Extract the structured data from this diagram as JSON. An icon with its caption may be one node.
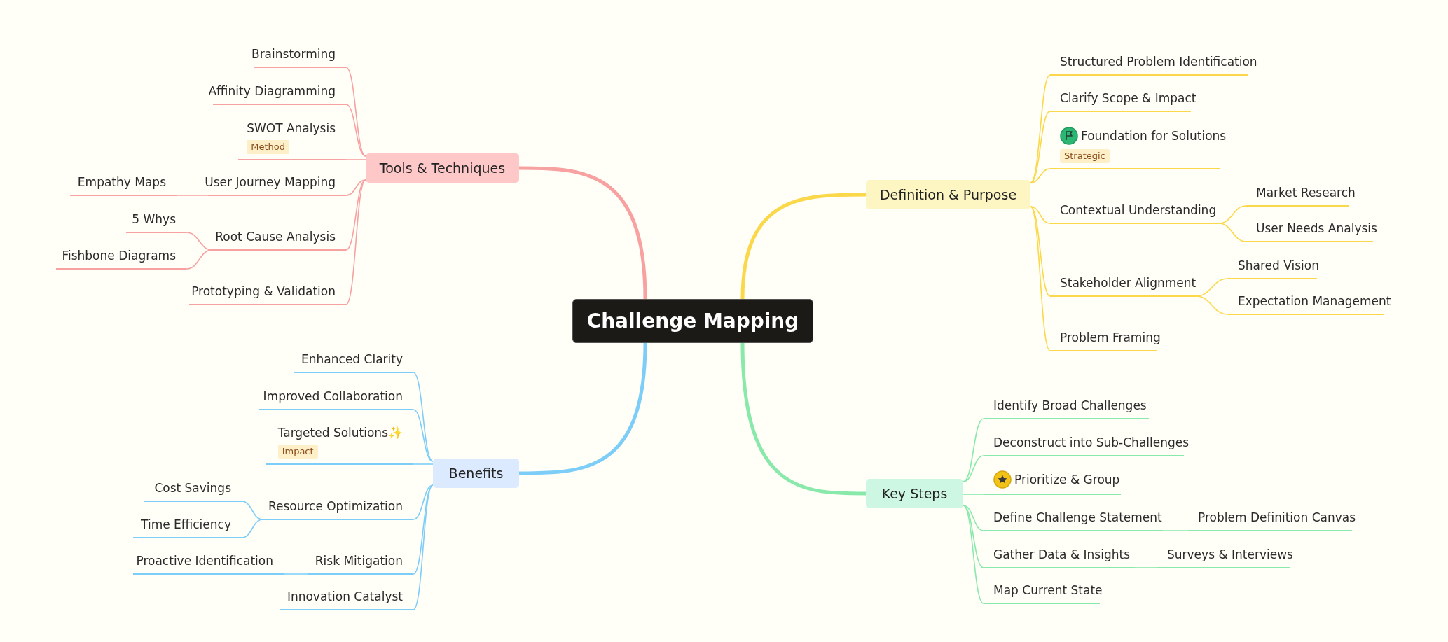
{
  "diagram": {
    "nodes": [
      {
        "text": [
          "Challenge Mapping"
        ]
      },
      {
        "text": [
          "Tools & Techniques"
        ]
      },
      {
        "text": [
          "Brainstorming"
        ]
      },
      {
        "text": [
          "Affinity Diagramming"
        ]
      },
      {
        "text": [
          "SWOT Analysis",
          "Method"
        ]
      },
      {
        "text": [
          "User Journey Mapping"
        ]
      },
      {
        "text": [
          "Empathy Maps"
        ]
      },
      {
        "text": [
          "Root Cause Analysis"
        ]
      },
      {
        "text": [
          "5 Whys"
        ]
      },
      {
        "text": [
          "Fishbone Diagrams"
        ]
      },
      {
        "text": [
          "Prototyping & Validation"
        ]
      },
      {
        "text": [
          "Definition & Purpose"
        ]
      },
      {
        "text": [
          "Structured Problem Identification"
        ]
      },
      {
        "text": [
          "Clarify Scope & Impact"
        ]
      },
      {
        "text": [
          "Foundation for Solutions",
          "Strategic"
        ]
      },
      {
        "text": [
          "Contextual Understanding"
        ]
      },
      {
        "text": [
          "Market Research"
        ]
      },
      {
        "text": [
          "User Needs Analysis"
        ]
      },
      {
        "text": [
          "Stakeholder Alignment"
        ]
      },
      {
        "text": [
          "Shared Vision"
        ]
      },
      {
        "text": [
          "Expectation Management"
        ]
      },
      {
        "text": [
          "Problem Framing"
        ]
      },
      {
        "text": [
          "Benefits"
        ]
      },
      {
        "text": [
          "Enhanced Clarity"
        ]
      },
      {
        "text": [
          "Improved Collaboration"
        ]
      },
      {
        "text": [
          "Targeted Solutions✨",
          "Impact"
        ]
      },
      {
        "text": [
          "Resource Optimization"
        ]
      },
      {
        "text": [
          "Cost Savings"
        ]
      },
      {
        "text": [
          "Time Efficiency"
        ]
      },
      {
        "text": [
          "Risk Mitigation"
        ]
      },
      {
        "text": [
          "Proactive Identification"
        ]
      },
      {
        "text": [
          "Innovation Catalyst"
        ]
      },
      {
        "text": [
          "Key Steps"
        ]
      },
      {
        "text": [
          "Identify Broad Challenges"
        ]
      },
      {
        "text": [
          "Deconstruct into Sub-Challenges"
        ]
      },
      {
        "text": [
          "Prioritize & Group"
        ]
      },
      {
        "text": [
          "Define Challenge Statement"
        ]
      },
      {
        "text": [
          "Problem Definition Canvas"
        ]
      },
      {
        "text": [
          "Gather Data & Insights"
        ]
      },
      {
        "text": [
          "Surveys & Interviews"
        ]
      },
      {
        "text": [
          "Map Current State"
        ]
      }
    ],
    "edges": [
      {
        "from": 0,
        "to": 1,
        "arrow": "none",
        "style": "thick",
        "color": "#f7a1a1"
      },
      {
        "from": 1,
        "to": 2,
        "arrow": "none",
        "color": "#f7a1a1"
      },
      {
        "from": 1,
        "to": 3,
        "arrow": "none",
        "color": "#f7a1a1"
      },
      {
        "from": 1,
        "to": 4,
        "arrow": "none",
        "color": "#f7a1a1"
      },
      {
        "from": 1,
        "to": 5,
        "arrow": "none",
        "color": "#f7a1a1"
      },
      {
        "from": 5,
        "to": 6,
        "arrow": "none",
        "color": "#f7a1a1"
      },
      {
        "from": 1,
        "to": 7,
        "arrow": "none",
        "color": "#f7a1a1"
      },
      {
        "from": 7,
        "to": 8,
        "arrow": "none",
        "color": "#f7a1a1"
      },
      {
        "from": 7,
        "to": 9,
        "arrow": "none",
        "color": "#f7a1a1"
      },
      {
        "from": 1,
        "to": 10,
        "arrow": "none",
        "color": "#f7a1a1"
      },
      {
        "from": 0,
        "to": 11,
        "arrow": "none",
        "style": "thick",
        "color": "#fbd84a"
      },
      {
        "from": 11,
        "to": 12,
        "arrow": "none",
        "color": "#fbd84a"
      },
      {
        "from": 11,
        "to": 13,
        "arrow": "none",
        "color": "#fbd84a"
      },
      {
        "from": 11,
        "to": 14,
        "arrow": "none",
        "color": "#fbd84a"
      },
      {
        "from": 11,
        "to": 15,
        "arrow": "none",
        "color": "#fbd84a"
      },
      {
        "from": 15,
        "to": 16,
        "arrow": "none",
        "color": "#fbd84a"
      },
      {
        "from": 15,
        "to": 17,
        "arrow": "none",
        "color": "#fbd84a"
      },
      {
        "from": 11,
        "to": 18,
        "arrow": "none",
        "color": "#fbd84a"
      },
      {
        "from": 18,
        "to": 19,
        "arrow": "none",
        "color": "#fbd84a"
      },
      {
        "from": 18,
        "to": 20,
        "arrow": "none",
        "color": "#fbd84a"
      },
      {
        "from": 11,
        "to": 21,
        "arrow": "none",
        "color": "#fbd84a"
      },
      {
        "from": 0,
        "to": 22,
        "arrow": "none",
        "style": "thick",
        "color": "#7dcdf9"
      },
      {
        "from": 22,
        "to": 23,
        "arrow": "none",
        "color": "#7dcdf9"
      },
      {
        "from": 22,
        "to": 24,
        "arrow": "none",
        "color": "#7dcdf9"
      },
      {
        "from": 22,
        "to": 25,
        "arrow": "none",
        "color": "#7dcdf9"
      },
      {
        "from": 22,
        "to": 26,
        "arrow": "none",
        "color": "#7dcdf9"
      },
      {
        "from": 26,
        "to": 27,
        "arrow": "none",
        "color": "#7dcdf9"
      },
      {
        "from": 26,
        "to": 28,
        "arrow": "none",
        "color": "#7dcdf9"
      },
      {
        "from": 22,
        "to": 29,
        "arrow": "none",
        "color": "#7dcdf9"
      },
      {
        "from": 29,
        "to": 30,
        "arrow": "none",
        "color": "#7dcdf9"
      },
      {
        "from": 22,
        "to": 31,
        "arrow": "none",
        "color": "#7dcdf9"
      },
      {
        "from": 0,
        "to": 32,
        "arrow": "none",
        "style": "thick",
        "color": "#88e9ab"
      },
      {
        "from": 32,
        "to": 33,
        "arrow": "none",
        "color": "#88e9ab"
      },
      {
        "from": 32,
        "to": 34,
        "arrow": "none",
        "color": "#88e9ab"
      },
      {
        "from": 32,
        "to": 35,
        "arrow": "none",
        "color": "#88e9ab"
      },
      {
        "from": 32,
        "to": 36,
        "arrow": "none",
        "color": "#88e9ab"
      },
      {
        "from": 36,
        "to": 37,
        "arrow": "none",
        "color": "#88e9ab"
      },
      {
        "from": 32,
        "to": 38,
        "arrow": "none",
        "color": "#88e9ab"
      },
      {
        "from": 38,
        "to": 39,
        "arrow": "none",
        "color": "#88e9ab"
      },
      {
        "from": 32,
        "to": 40,
        "arrow": "none",
        "color": "#88e9ab"
      }
    ]
  }
}
